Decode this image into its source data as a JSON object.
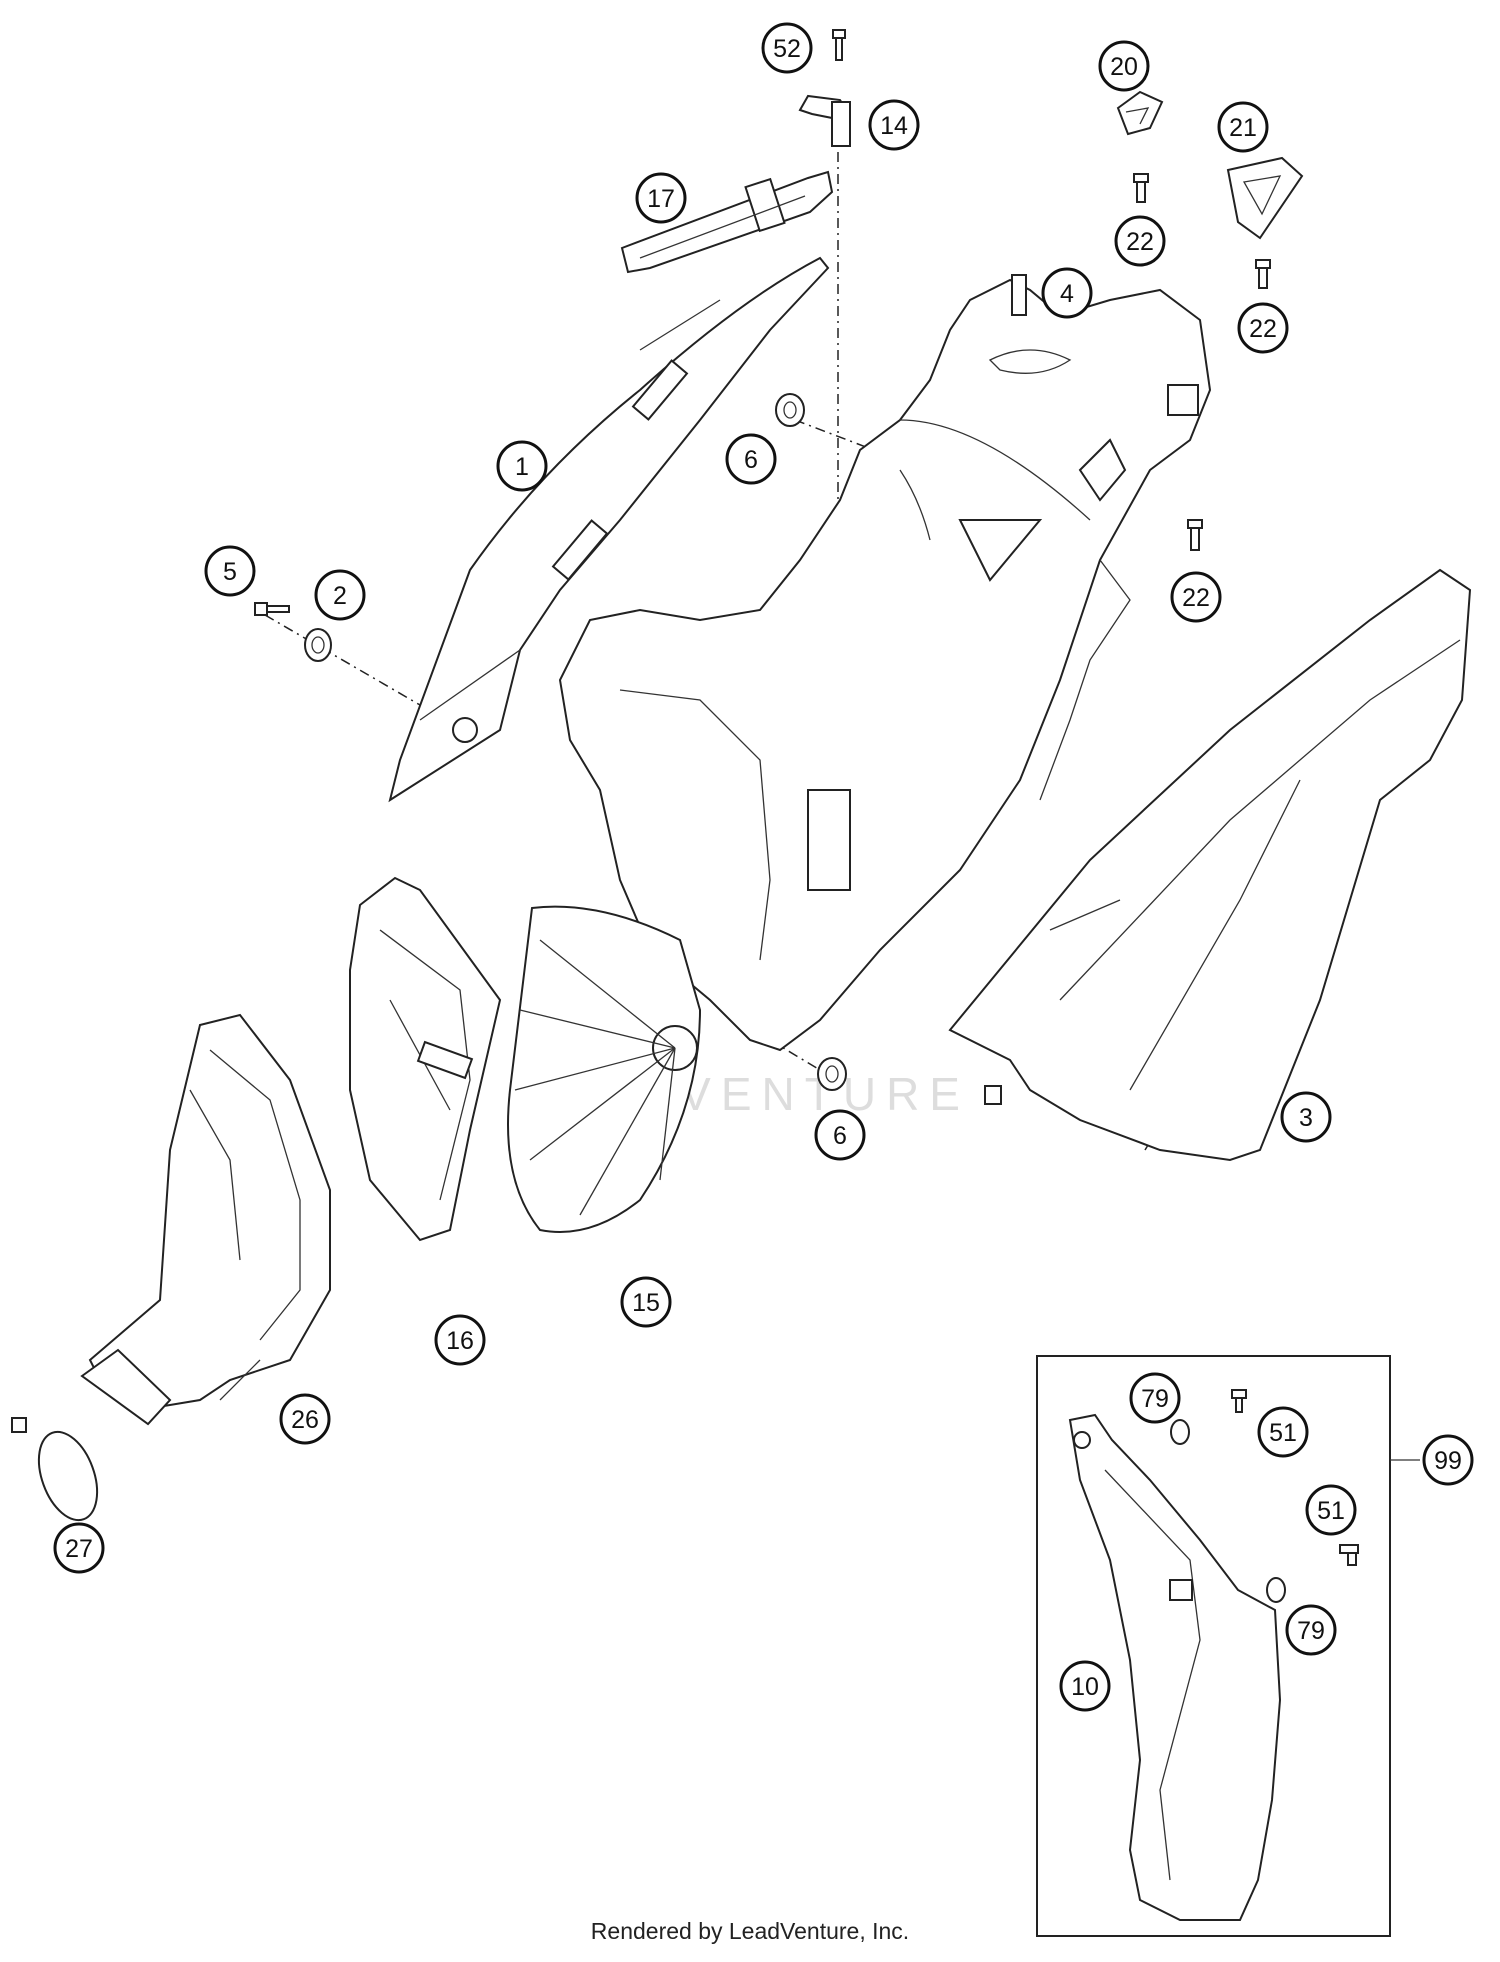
{
  "diagram": {
    "callouts": [
      {
        "id": "c52",
        "label": "52"
      },
      {
        "id": "c14",
        "label": "14"
      },
      {
        "id": "c20",
        "label": "20"
      },
      {
        "id": "c21",
        "label": "21"
      },
      {
        "id": "c17",
        "label": "17"
      },
      {
        "id": "c22a",
        "label": "22"
      },
      {
        "id": "c4",
        "label": "4"
      },
      {
        "id": "c22b",
        "label": "22"
      },
      {
        "id": "c1",
        "label": "1"
      },
      {
        "id": "c6a",
        "label": "6"
      },
      {
        "id": "c5",
        "label": "5"
      },
      {
        "id": "c2",
        "label": "2"
      },
      {
        "id": "c22c",
        "label": "22"
      },
      {
        "id": "c6b",
        "label": "6"
      },
      {
        "id": "c3",
        "label": "3"
      },
      {
        "id": "c15",
        "label": "15"
      },
      {
        "id": "c16",
        "label": "16"
      },
      {
        "id": "c26",
        "label": "26"
      },
      {
        "id": "c27",
        "label": "27"
      },
      {
        "id": "c79a",
        "label": "79"
      },
      {
        "id": "c51a",
        "label": "51"
      },
      {
        "id": "c99",
        "label": "99"
      },
      {
        "id": "c51b",
        "label": "51"
      },
      {
        "id": "c79b",
        "label": "79"
      },
      {
        "id": "c10",
        "label": "10"
      }
    ],
    "watermark": "LEADVENTURE"
  },
  "footer": {
    "credit": "Rendered by LeadVenture, Inc."
  }
}
